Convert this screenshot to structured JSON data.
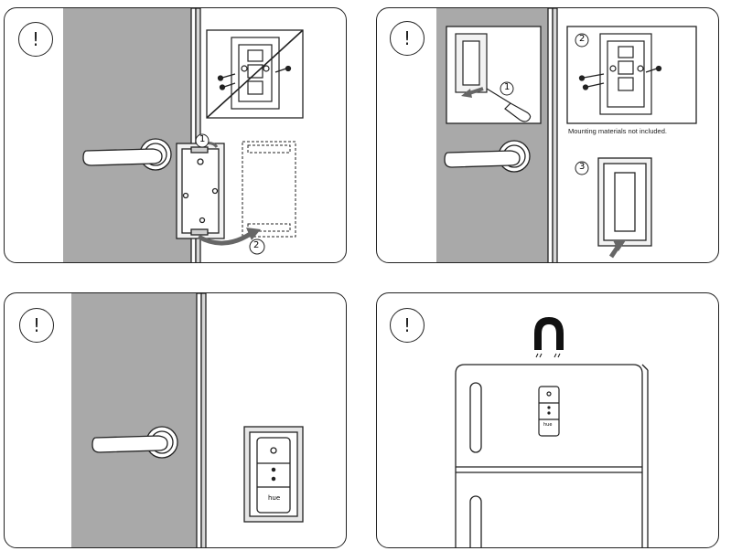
{
  "panels": [
    {
      "warning_symbol": "!",
      "step_labels": [
        "1",
        "2"
      ]
    },
    {
      "warning_symbol": "!",
      "step_labels": [
        "1",
        "2",
        "3"
      ],
      "caption": "Mounting materials not included."
    },
    {
      "warning_symbol": "!",
      "dimmer_brand": "hue"
    },
    {
      "warning_symbol": "!",
      "dimmer_brand": "hue"
    }
  ],
  "colors": {
    "wall": "#a9a9a9",
    "line": "#222222",
    "hand_arrow": "#666666"
  },
  "icons": [
    "warning-icon",
    "screwdriver-icon",
    "magnet-icon",
    "door-handle-icon",
    "mounting-plate-icon",
    "dimmer-switch-icon",
    "fridge-icon",
    "curved-arrow-icon"
  ]
}
